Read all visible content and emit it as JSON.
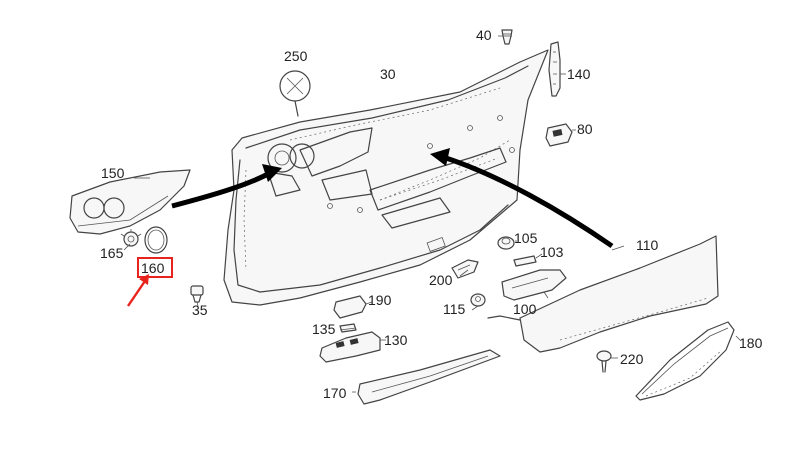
{
  "diagram": {
    "labels": {
      "p250": "250",
      "p40": "40",
      "p30": "30",
      "p140": "140",
      "p80": "80",
      "p150": "150",
      "p165": "165",
      "p160": "160",
      "p35": "35",
      "p110": "110",
      "p105": "105",
      "p103": "103",
      "p200": "200",
      "p190": "190",
      "p115": "115",
      "p100": "100",
      "p135": "135",
      "p130": "130",
      "p220": "220",
      "p180": "180",
      "p170": "170"
    },
    "colors": {
      "highlight": "#e8221c",
      "outline": "#444444",
      "arrow": "#000000"
    }
  }
}
